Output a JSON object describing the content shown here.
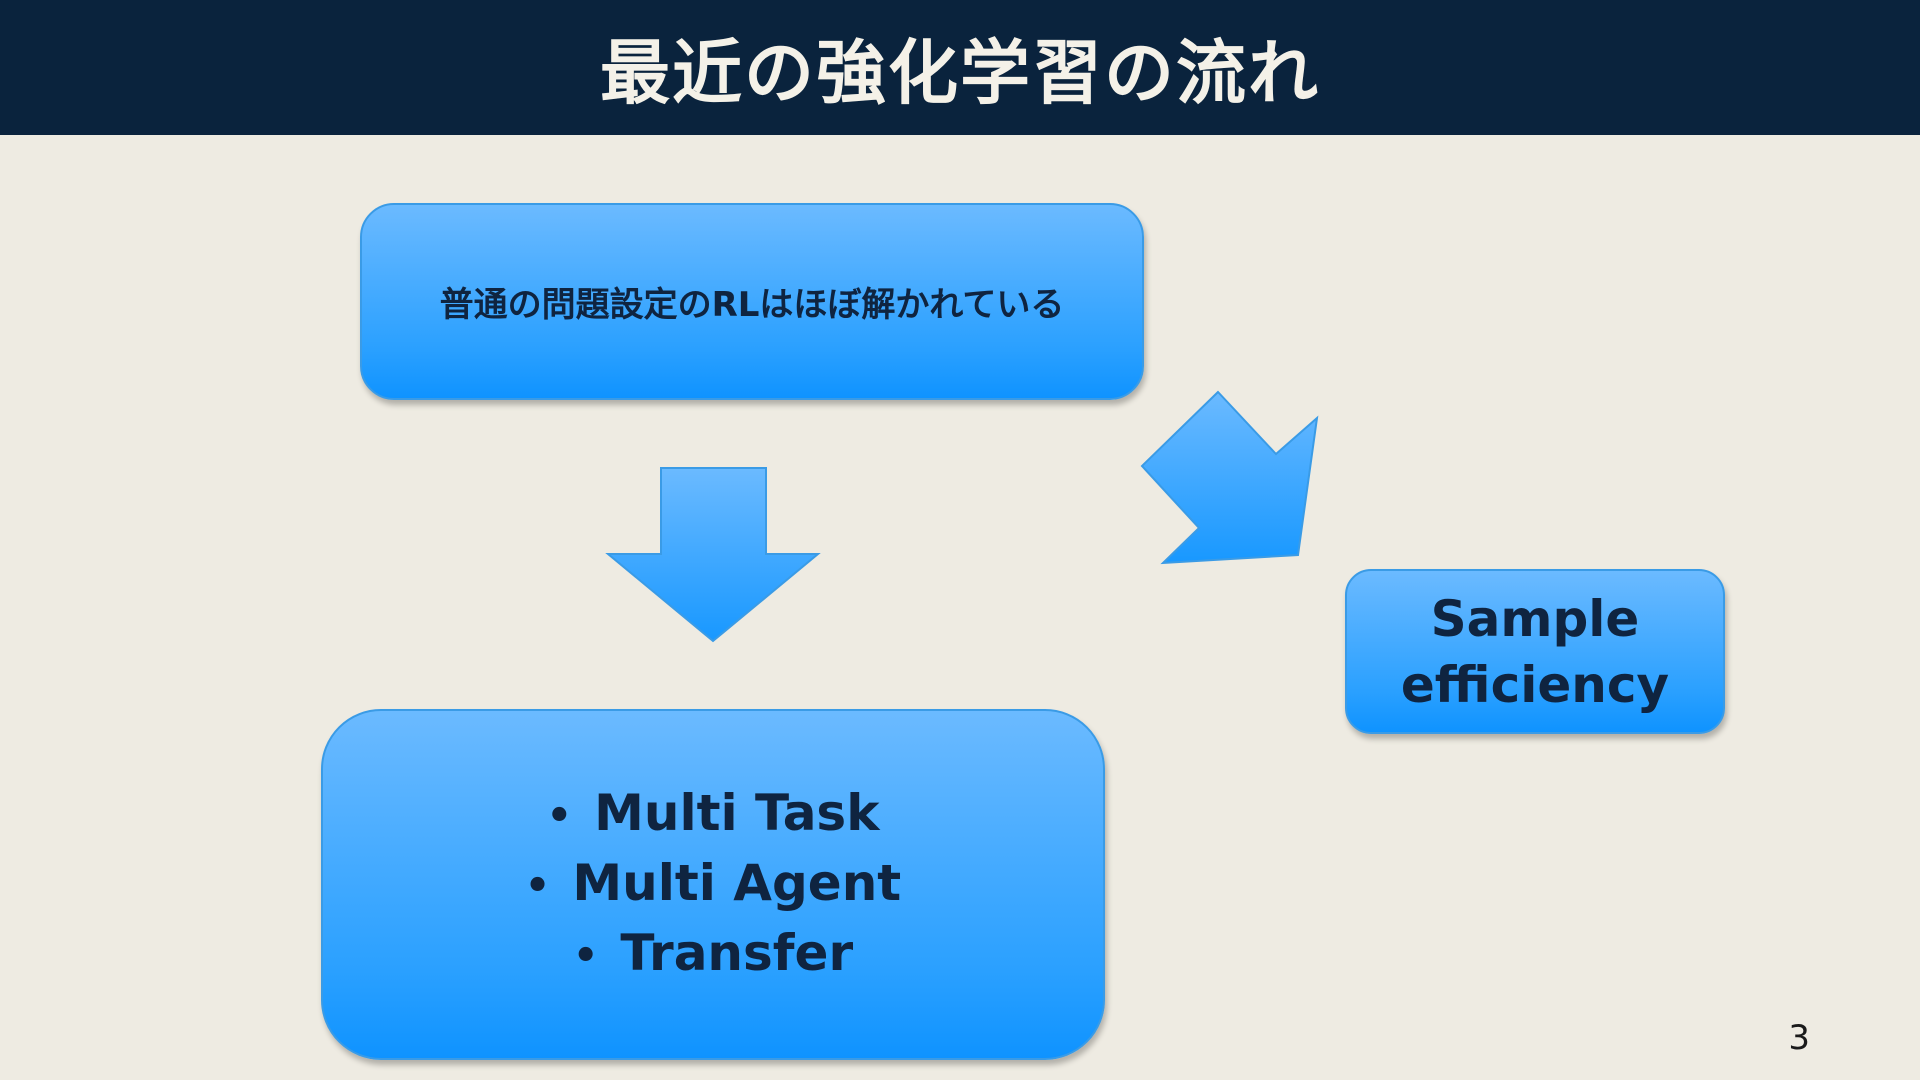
{
  "slide": {
    "title": "最近の強化学習の流れ",
    "page_number": "3"
  },
  "boxes": {
    "top": {
      "text": "普通の問題設定のRLはほぼ解かれている"
    },
    "right": {
      "lines": [
        "Sample",
        "efficiency"
      ]
    },
    "bottom": {
      "items": [
        "Multi Task",
        "Multi Agent",
        "Transfer"
      ]
    }
  },
  "arrows": [
    {
      "from": "top",
      "to": "bottom",
      "direction": "down"
    },
    {
      "from": "top",
      "to": "right",
      "direction": "down-right"
    }
  ],
  "colors": {
    "title_bar": "#0a233d",
    "title_text": "#f4f1e8",
    "background": "#eeebe2",
    "box_fill_top": "#6bbaff",
    "box_fill_bottom": "#0f93ff",
    "box_text": "#0f2440"
  }
}
